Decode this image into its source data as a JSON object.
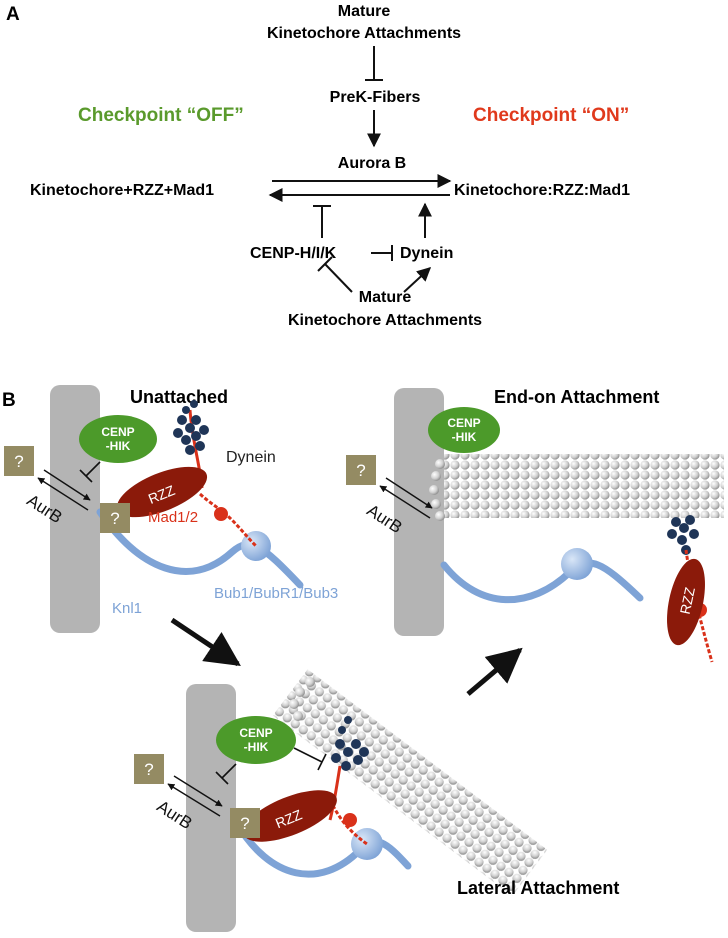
{
  "panel_a": {
    "label": "A",
    "mature_top_line1": "Mature",
    "mature_top_line2": "Kinetochore Attachments",
    "prek": "PreK-Fibers",
    "aurora": "Aurora B",
    "off": "Checkpoint “OFF”",
    "on": "Checkpoint “ON”",
    "kin_left": "Kinetochore+RZZ+Mad1",
    "kin_right": "Kinetochore:RZZ:Mad1",
    "cenp": "CENP-H/I/K",
    "dynein": "Dynein",
    "mature_bot_line1": "Mature",
    "mature_bot_line2": "Kinetochore Attachments"
  },
  "panel_b": {
    "label": "B",
    "unattached": "Unattached",
    "endon": "End-on Attachment",
    "lateral": "Lateral Attachment",
    "cenp_line1": "CENP",
    "cenp_line2": "-HIK",
    "dynein": "Dynein",
    "rzz": "RZZ",
    "mad": "Mad1/2",
    "bub": "Bub1/BubR1/Bub3",
    "knl": "Knl1",
    "aurb": "AurB",
    "q": "?"
  },
  "colors": {
    "off_green": "#5a9a2c",
    "on_red": "#e0391c",
    "cenp_green": "#4c9a2a",
    "rzz_red": "#8b1a0a",
    "knl_blue": "#7ea3d6",
    "dynein_navy": "#1f3557",
    "q_box": "#948b63",
    "kinetochore_gray": "#b4b4b4"
  }
}
